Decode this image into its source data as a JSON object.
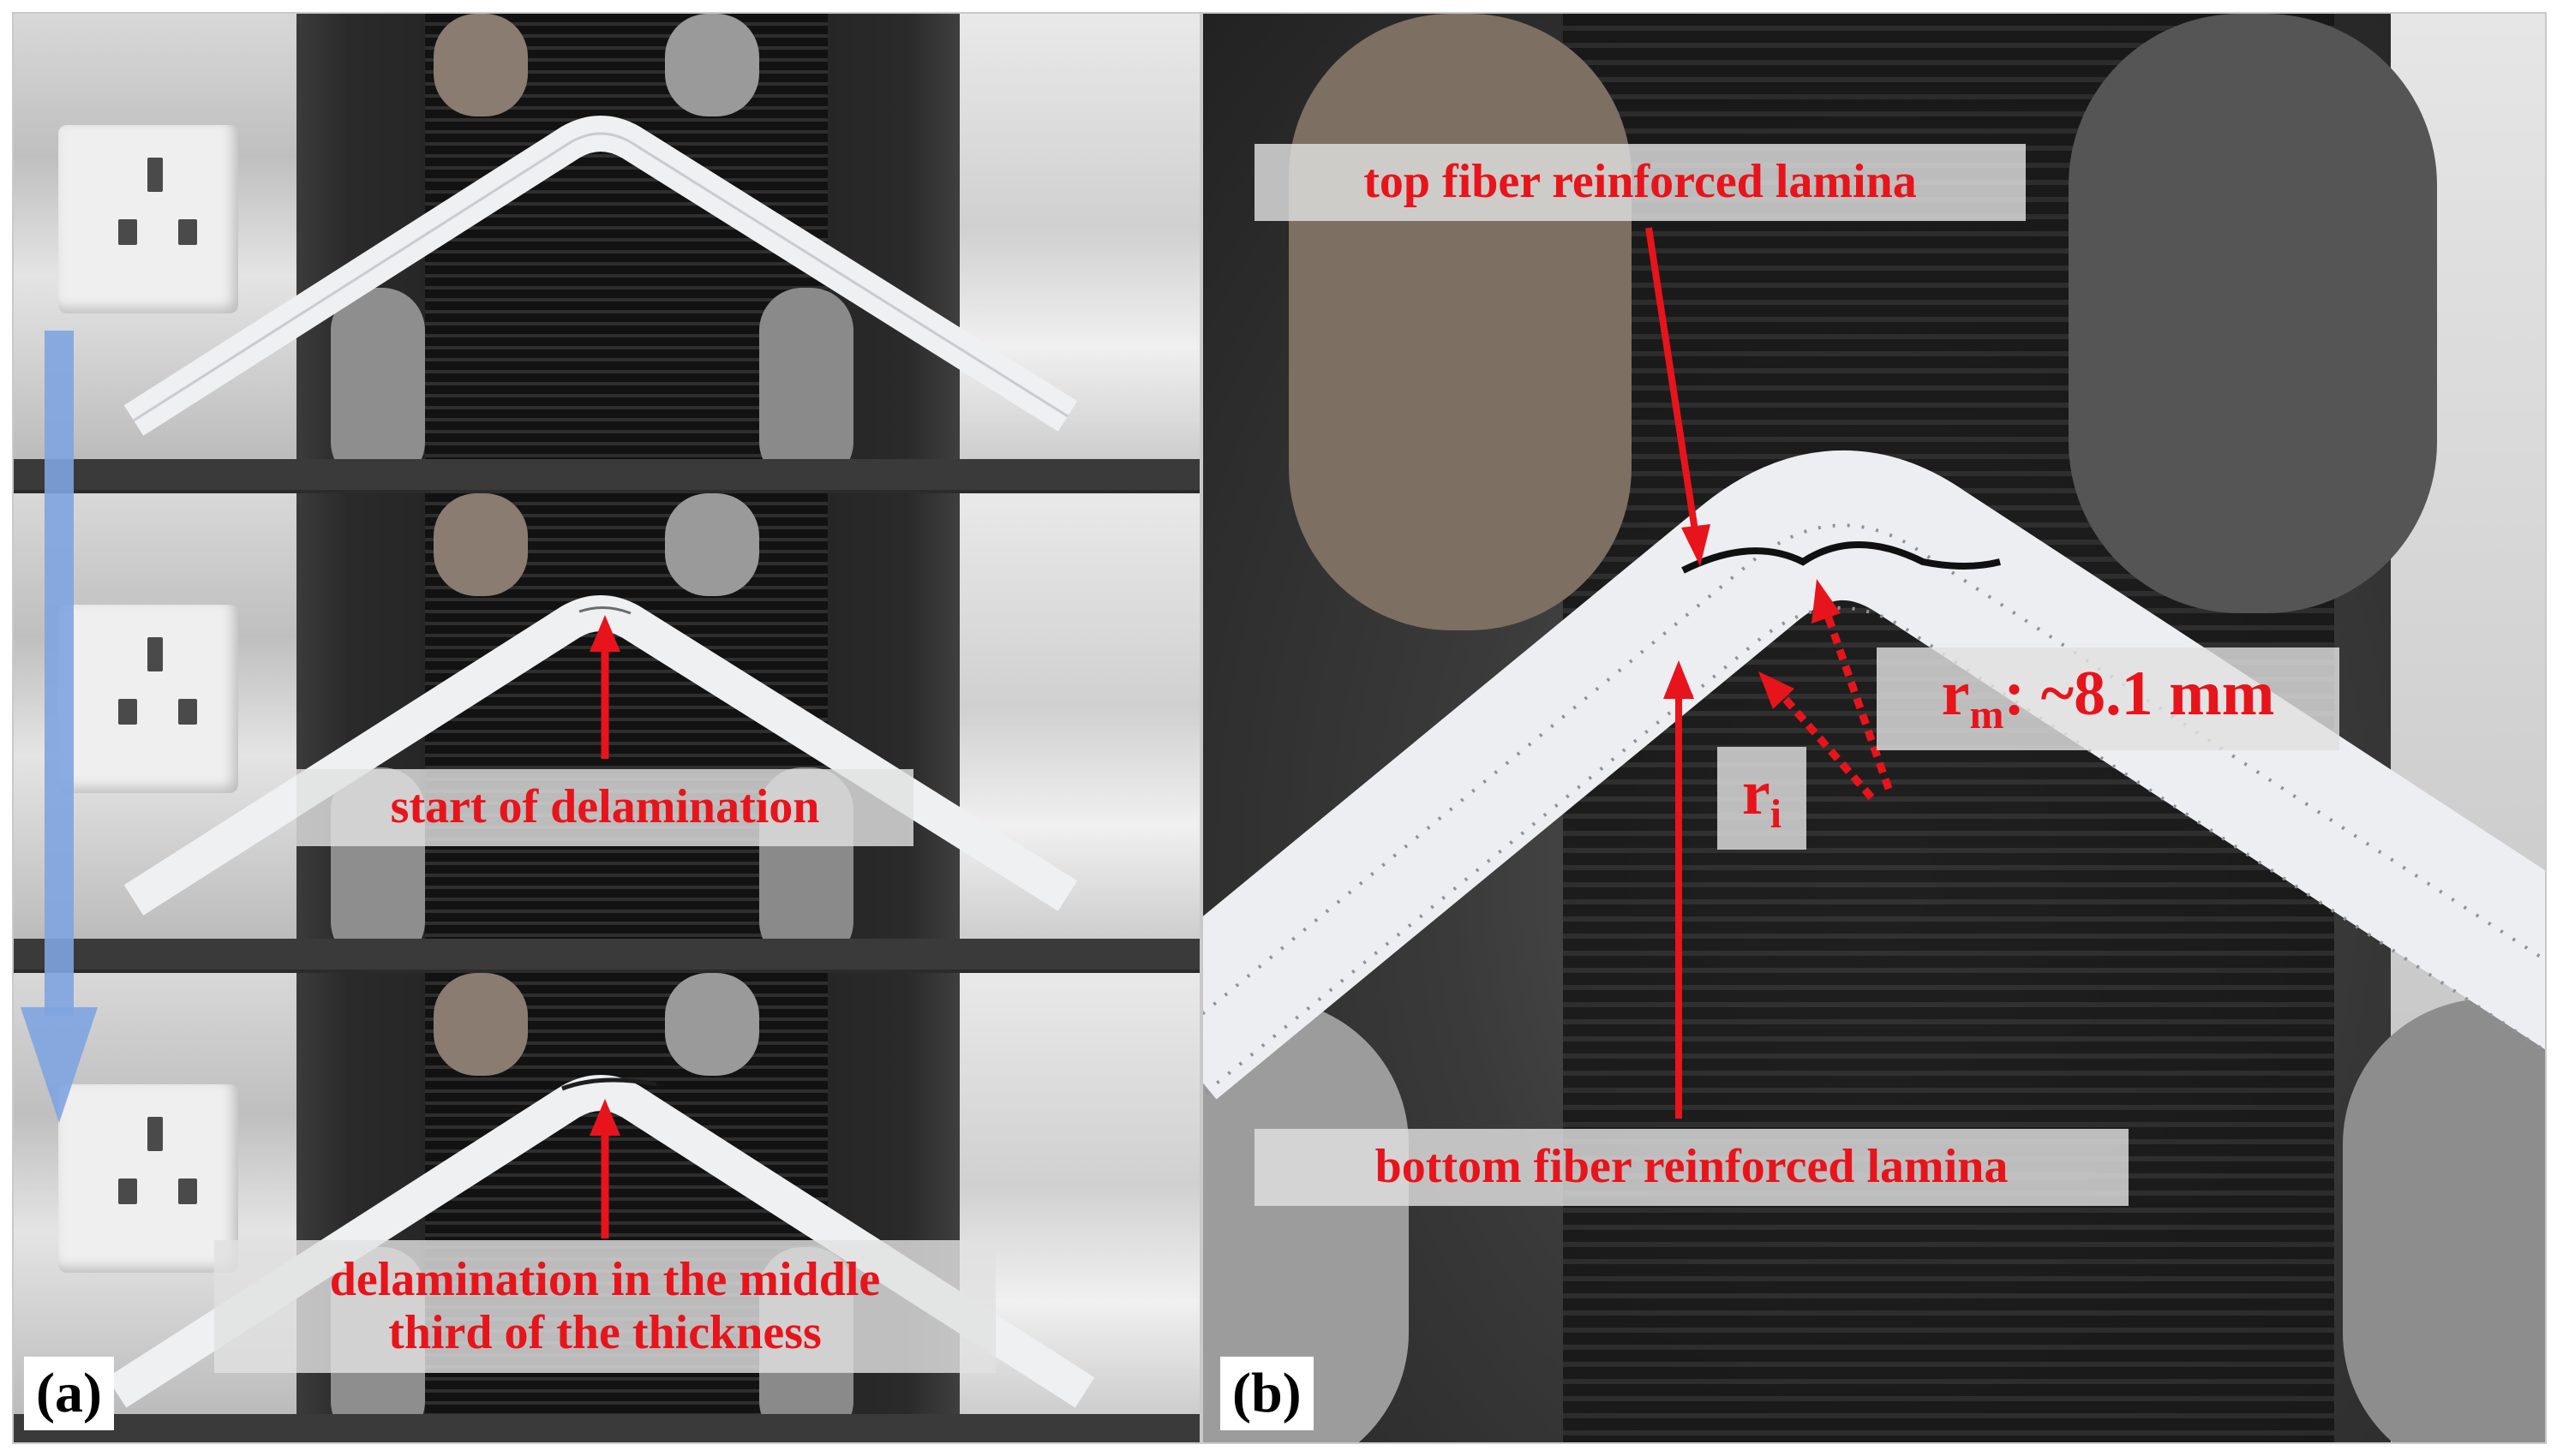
{
  "panels": [
    {
      "label": "(a)",
      "annotations": {
        "start": "start of delamination",
        "middle_line1": "delamination in the middle",
        "middle_line2": "third of the thickness"
      }
    },
    {
      "label": "(b)",
      "annotations": {
        "top": "top fiber reinforced lamina",
        "bottom": "bottom fiber reinforced lamina",
        "rm_base": "r",
        "rm_sub": "m",
        "rm_value": ": ~8.1 mm",
        "ri_base": "r",
        "ri_sub": "i"
      }
    }
  ],
  "colors": {
    "annotation_text": "#e8141b",
    "arrow_red": "#e8141b",
    "progress_arrow_blue": "#7ea4e0",
    "specimen": "#e9ecef"
  }
}
